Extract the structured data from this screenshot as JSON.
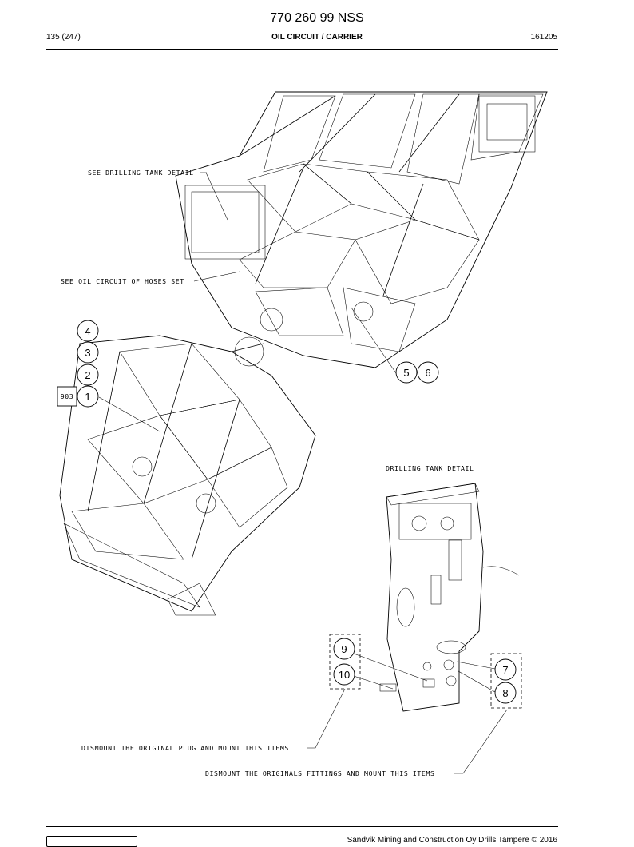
{
  "header": {
    "doc_number": "770 260 99 NSS",
    "page_num": "135 (247)",
    "title": "OIL CIRCUIT / CARRIER",
    "date": "161205"
  },
  "notes": {
    "drilling_tank": "SEE DRILLING TANK DETAIL",
    "oil_circuit": "SEE OIL CIRCUIT OF HOSES SET",
    "detail_title": "DRILLING TANK DETAIL",
    "dismount_plug": "DISMOUNT THE ORIGINAL PLUG AND MOUNT THIS ITEMS",
    "dismount_fittings": "DISMOUNT THE ORIGINALS FITTINGS AND MOUNT THIS ITEMS"
  },
  "callouts": {
    "c1": "1",
    "c2": "2",
    "c3": "3",
    "c4": "4",
    "c5": "5",
    "c6": "6",
    "c7": "7",
    "c8": "8",
    "c9": "9",
    "c10": "10"
  },
  "ref_box": "903",
  "footer": {
    "copyright": "Sandvik Mining and Construction Oy Drills Tampere © 2016"
  }
}
